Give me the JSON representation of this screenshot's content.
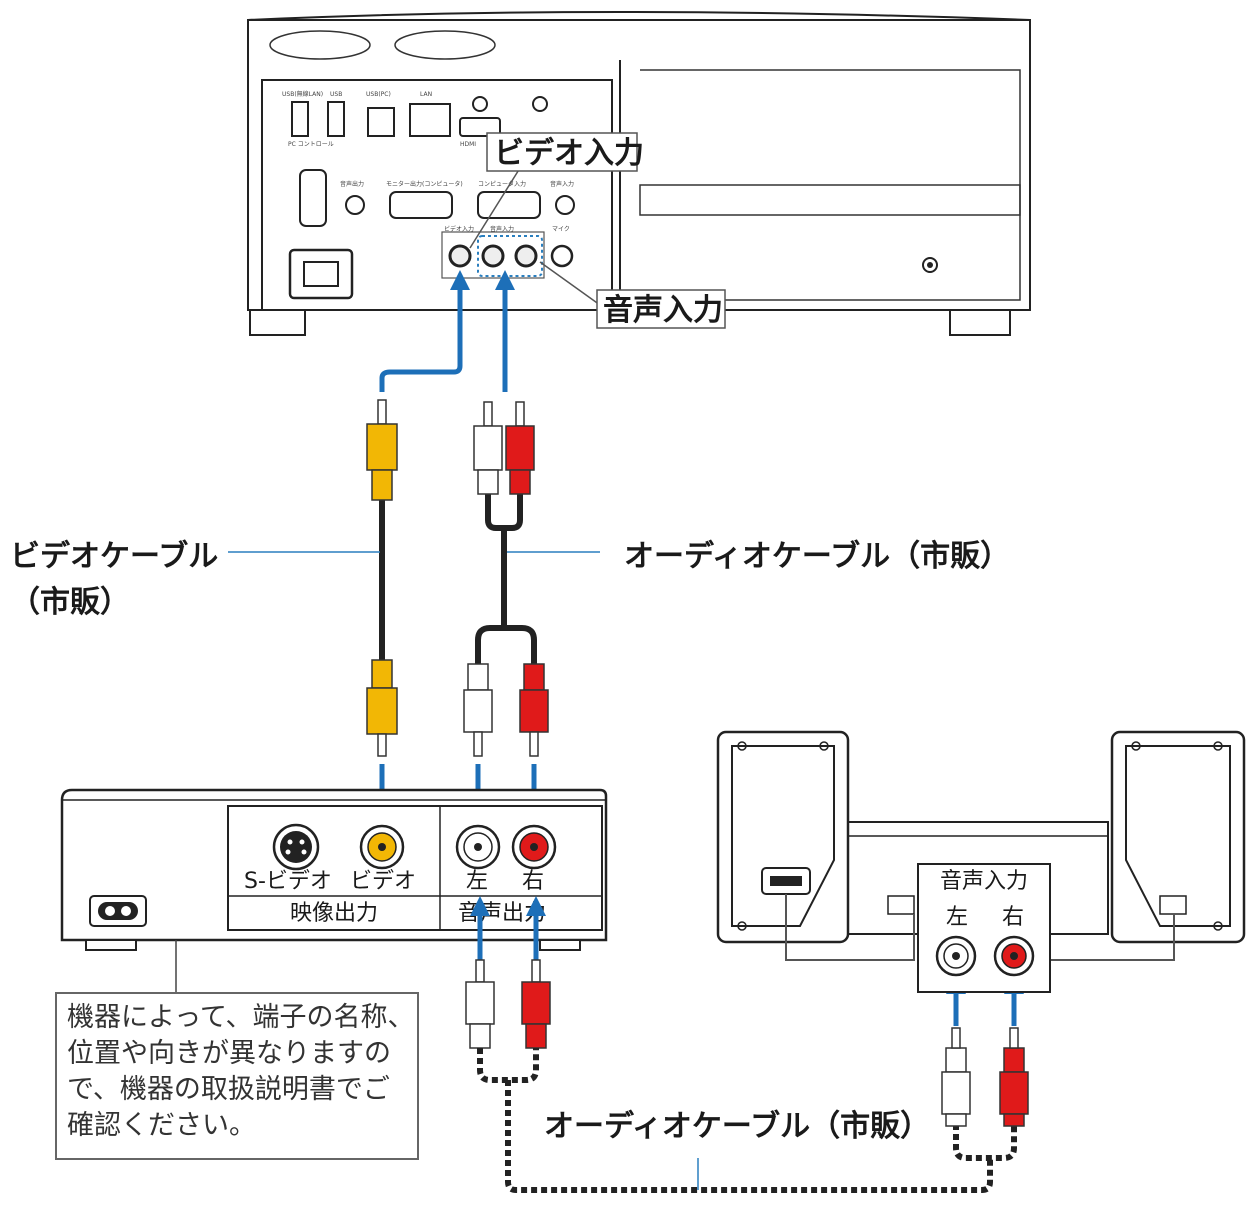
{
  "projector": {
    "callout_video_in": "ビデオ入力",
    "callout_audio_in": "音声入力",
    "port_labels": [
      "USB(無線LAN)",
      "USB",
      "USB(PC)",
      "LAN",
      "HDMI",
      "PC コントロール",
      "音声出力",
      "モニター出力(コンピュータ)",
      "コンピュータ入力",
      "音声入力",
      "ビデオ入力",
      "音声入力",
      "マイク"
    ]
  },
  "cables": {
    "video_label_line1": "ビデオケーブル",
    "video_label_line2": "（市販）",
    "audio_label_top": "オーディオケーブル（市販）",
    "audio_label_bottom": "オーディオケーブル（市販）"
  },
  "av_device": {
    "svideo_label": "S-ビデオ",
    "video_label": "ビデオ",
    "left_label": "左",
    "right_label": "右",
    "video_out_label": "映像出力",
    "audio_out_label": "音声出力"
  },
  "speakers": {
    "audio_in_label": "音声入力",
    "left_label": "左",
    "right_label": "右"
  },
  "note": {
    "lines": [
      "機器によって、端子の名称、",
      "位置や向きが異なりますの",
      "で、機器の取扱説明書でご",
      "確認ください。"
    ]
  },
  "colors": {
    "arrow": "#1d6fb8",
    "yellow_plug": "#f2b705",
    "red_plug": "#e01a1a",
    "white_plug": "#ffffff",
    "cable": "#222222",
    "leader_line": "#2a7fbf"
  }
}
